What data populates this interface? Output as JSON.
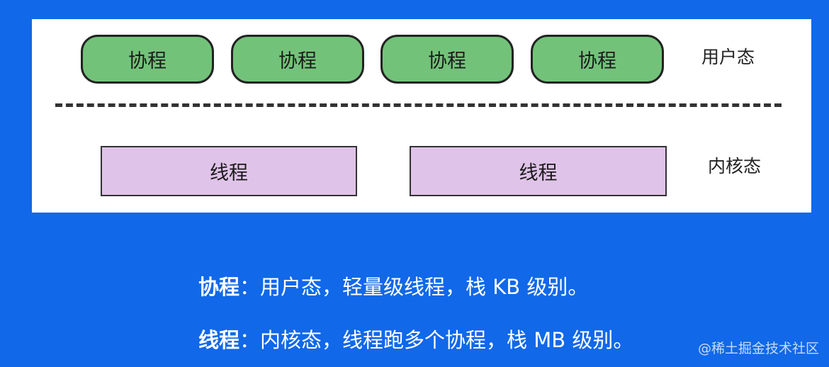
{
  "diagram": {
    "coroutine_labels": [
      "协程",
      "协程",
      "协程",
      "协程"
    ],
    "user_layer_label": "用户态",
    "thread_labels": [
      "线程",
      "线程"
    ],
    "kernel_layer_label": "内核态"
  },
  "descriptions": [
    {
      "term": "协程",
      "separator": "：",
      "text": "用户态，轻量级线程，栈 KB 级别。"
    },
    {
      "term": "线程",
      "separator": "：",
      "text": "内核态，线程跑多个协程，栈 MB 级别。"
    }
  ],
  "watermark": "@稀土掘金技术社区",
  "colors": {
    "background": "#1168e8",
    "coroutine_fill": "#73c27a",
    "thread_fill": "#e0c3e8"
  }
}
